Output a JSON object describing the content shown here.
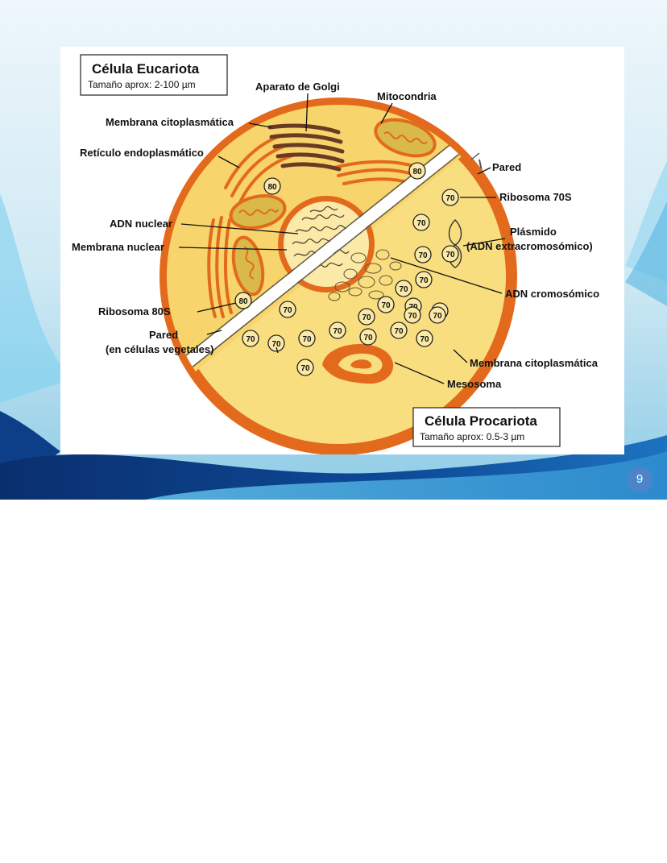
{
  "slide": {
    "page_number": "9",
    "colors": {
      "background_top": "#eef7fb",
      "swoosh_dark": "#0d3f88",
      "swoosh_light": "#3aa3d8",
      "badge": "#4b84c9"
    }
  },
  "diagram": {
    "eukaryote_title": "Célula Eucariota",
    "eukaryote_size": "Tamaño aprox: 2-100 µm",
    "prokaryote_title": "Célula Procariota",
    "prokaryote_size": "Tamaño aprox: 0.5-3 µm",
    "labels": {
      "golgi": "Aparato de Golgi",
      "mitocondria": "Mitocondria",
      "membrana_citoplasmatica_euk": "Membrana citoplasmática",
      "reticulo": "Retículo endoplasmático",
      "adn_nuclear": "ADN nuclear",
      "membrana_nuclear": "Membrana nuclear",
      "ribosoma_80s": "Ribosoma 80S",
      "pared_euk_1": "Pared",
      "pared_euk_2": "(en células vegetales)",
      "pared_prok": "Pared",
      "ribosoma_70s": "Ribosoma 70S",
      "plasmido_1": "Plásmido",
      "plasmido_2": "(ADN extracromosómico)",
      "adn_cromosomico": "ADN cromosómico",
      "membrana_citoplasmatica_prok": "Membrana citoplasmática",
      "mesosoma": "Mesosoma"
    },
    "ribosome_80": "80",
    "ribosome_70": "70",
    "colors": {
      "membrane": "#e36a1c",
      "cytoplasm": "#f9de7f",
      "organelle_fill": "#d9b94a",
      "golgi": "#6b3a22"
    }
  }
}
